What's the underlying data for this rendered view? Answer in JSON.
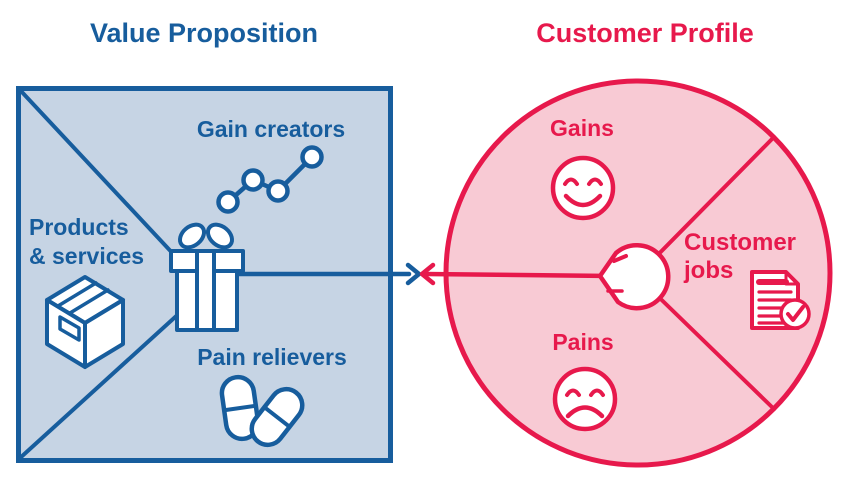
{
  "titles": {
    "value_proposition": "Value Proposition",
    "customer_profile": "Customer Profile"
  },
  "value_proposition": {
    "gain_creators": "Gain creators",
    "products_services": "Products\n& services",
    "pain_relievers": "Pain relievers"
  },
  "customer_profile": {
    "gains": "Gains",
    "customer_jobs": "Customer\njobs",
    "pains": "Pains"
  },
  "icons": {
    "growth_chart": "growth-chart-icon",
    "gift": "gift-icon",
    "package_box": "package-box-icon",
    "pills": "pills-icon",
    "happy_face": "happy-face-icon",
    "sad_face": "sad-face-icon",
    "head_profile": "head-profile-icon",
    "document_check": "document-check-icon",
    "blue_arrow": "arrow-right-icon",
    "red_arrow": "arrow-left-icon"
  },
  "colors": {
    "blue": "#175d9d",
    "blue_fill": "#c6d4e4",
    "red": "#e7194c",
    "red_fill": "#f8cad4",
    "white": "#ffffff"
  }
}
